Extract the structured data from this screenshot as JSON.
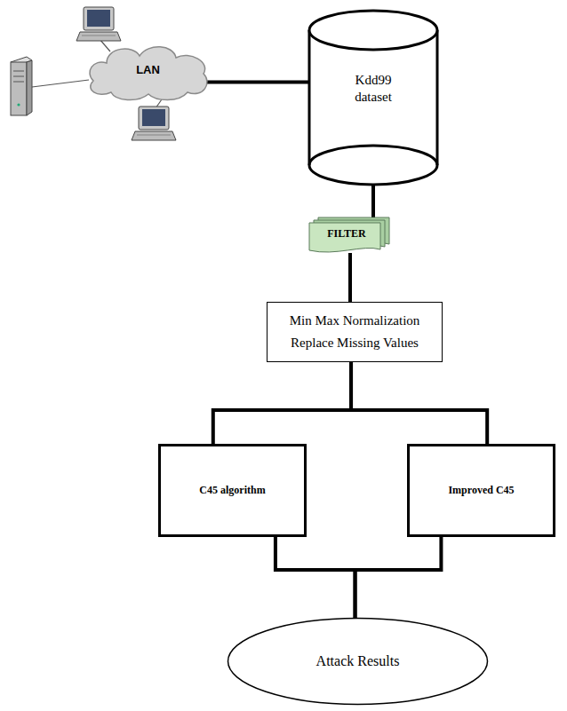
{
  "diagram": {
    "nodes": [
      {
        "text": [
          "LAN"
        ]
      },
      {
        "text": [
          "Kdd99 dataset"
        ]
      },
      {
        "text": [
          "FILTER"
        ]
      },
      {
        "text": [
          "Min Max Normalization",
          "Replace Missing Values"
        ]
      },
      {
        "text": [
          "C45 algorithm"
        ]
      },
      {
        "text": [
          "Improved C45"
        ]
      },
      {
        "text": [
          "Attack Results"
        ]
      }
    ],
    "edges": [
      {
        "from": 0,
        "to": 1,
        "arrow": "none"
      },
      {
        "from": 1,
        "to": 2,
        "arrow": "none"
      },
      {
        "from": 2,
        "to": 3,
        "arrow": "none"
      },
      {
        "from": 3,
        "to": 4,
        "arrow": "none"
      },
      {
        "from": 3,
        "to": 5,
        "arrow": "none"
      },
      {
        "from": 4,
        "to": 6,
        "arrow": "none"
      },
      {
        "from": 5,
        "to": 6,
        "arrow": "none"
      }
    ]
  }
}
